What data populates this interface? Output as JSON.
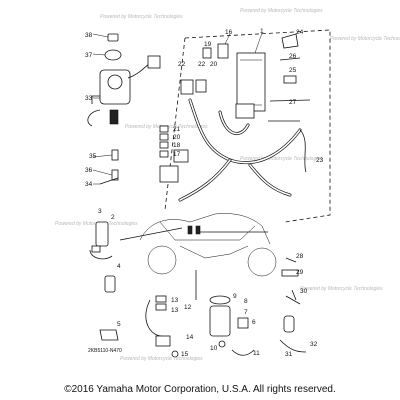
{
  "callouts": [
    "38",
    "37",
    "33",
    "35",
    "36",
    "34",
    "19",
    "16",
    "1",
    "24",
    "22",
    "22",
    "20",
    "26",
    "25",
    "27",
    "21",
    "20",
    "18",
    "17",
    "23",
    "3",
    "2",
    "4",
    "5",
    "28",
    "29",
    "30",
    "13",
    "13",
    "12",
    "9",
    "8",
    "7",
    "6",
    "10",
    "14",
    "15",
    "11",
    "31",
    "32"
  ],
  "ref_code": "2KB5110-N470",
  "watermark": "Powered by Motorcycle Technologies",
  "copyright": "©2016 Yamaha Motor Corporation, U.S.A. All rights reserved."
}
